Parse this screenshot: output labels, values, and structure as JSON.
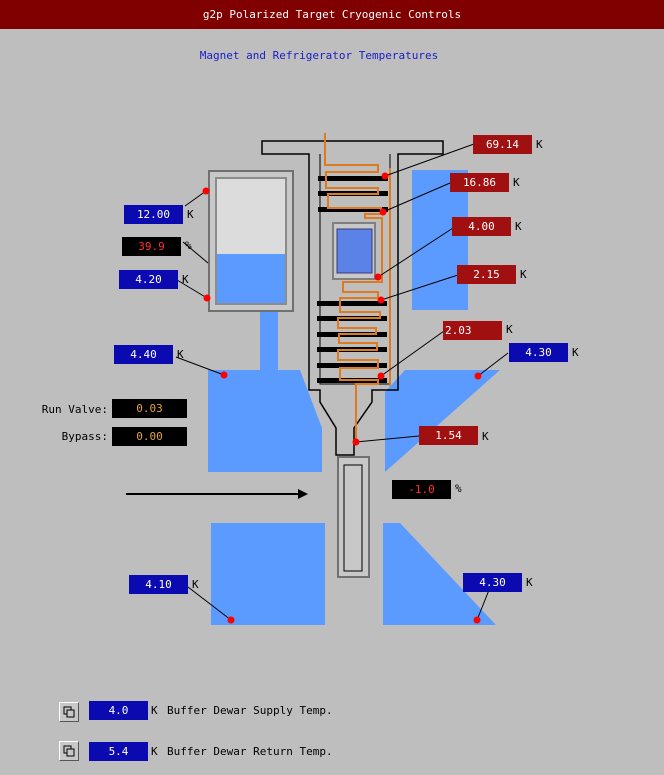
{
  "window": {
    "title": "g2p Polarized Target Cryogenic Controls"
  },
  "subtitle": "Magnet and Refrigerator Temperatures",
  "readouts": {
    "t_69": "69.14",
    "t_16": "16.86",
    "t_4_00": "4.00",
    "t_2_15": "2.15",
    "t_2_03": "2.03",
    "t_1_54": "1.54",
    "t_12": "12.00",
    "level_pct": "39.9",
    "t_4_20": "4.20",
    "t_4_40": "4.40",
    "t_4_30_top": "4.30",
    "t_4_10": "4.10",
    "t_4_30_bottom": "4.30",
    "still_pct": "-1.0",
    "run_valve": "0.03",
    "bypass": "0.00"
  },
  "labels": {
    "run_valve": "Run Valve:",
    "bypass": "Bypass:"
  },
  "units": {
    "kelvin": "K",
    "percent": "%"
  },
  "buffer": {
    "supply_value": "4.0",
    "supply_label": "Buffer Dewar Supply Temp.",
    "return_value": "5.4",
    "return_label": "Buffer Dewar Return Temp."
  },
  "icons": {
    "open_button": "window-open-icon",
    "flow_arrow": "flow-arrow-icon"
  },
  "colors": {
    "title_bg": "#800000",
    "blue_box": "#0a0ab0",
    "red_box": "#a01010",
    "magnet_fill": "#5b9bff",
    "pipe": "#e07a1f"
  }
}
